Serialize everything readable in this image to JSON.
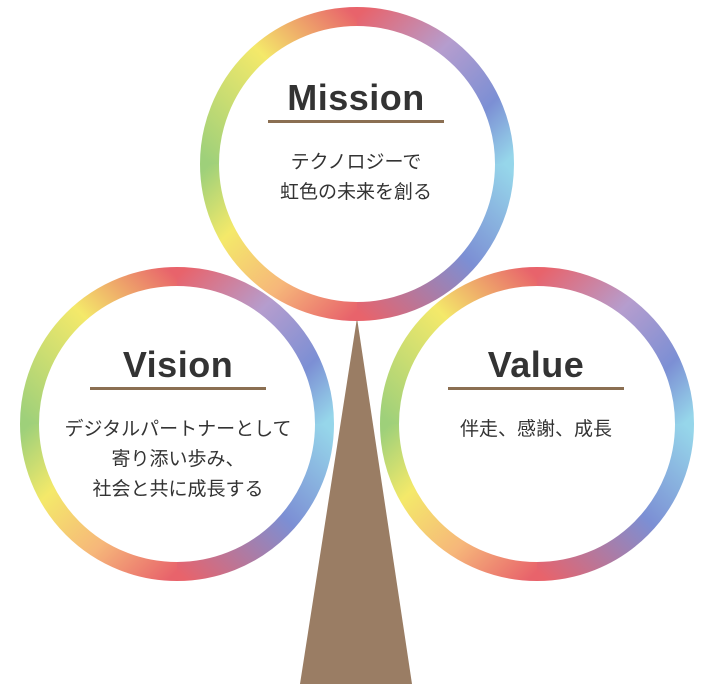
{
  "colors": {
    "trunk": "#9a7d64",
    "underline": "#8b6f52",
    "text": "#333333",
    "ring_red": "#e8636b",
    "ring_orange": "#f6b77a",
    "ring_yellow": "#f4e96a",
    "ring_green": "#9ed07a",
    "ring_purple": "#b59dce",
    "ring_blue": "#7c8fd4",
    "ring_cyan": "#96d6ea"
  },
  "mission": {
    "title": "Mission",
    "lines": [
      "テクノロジーで",
      "虹色の未来を創る"
    ]
  },
  "vision": {
    "title": "Vision",
    "lines": [
      "デジタルパートナーとして",
      "寄り添い歩み、",
      "社会と共に成長する"
    ]
  },
  "value": {
    "title": "Value",
    "lines": [
      "伴走、感謝、成長"
    ]
  }
}
